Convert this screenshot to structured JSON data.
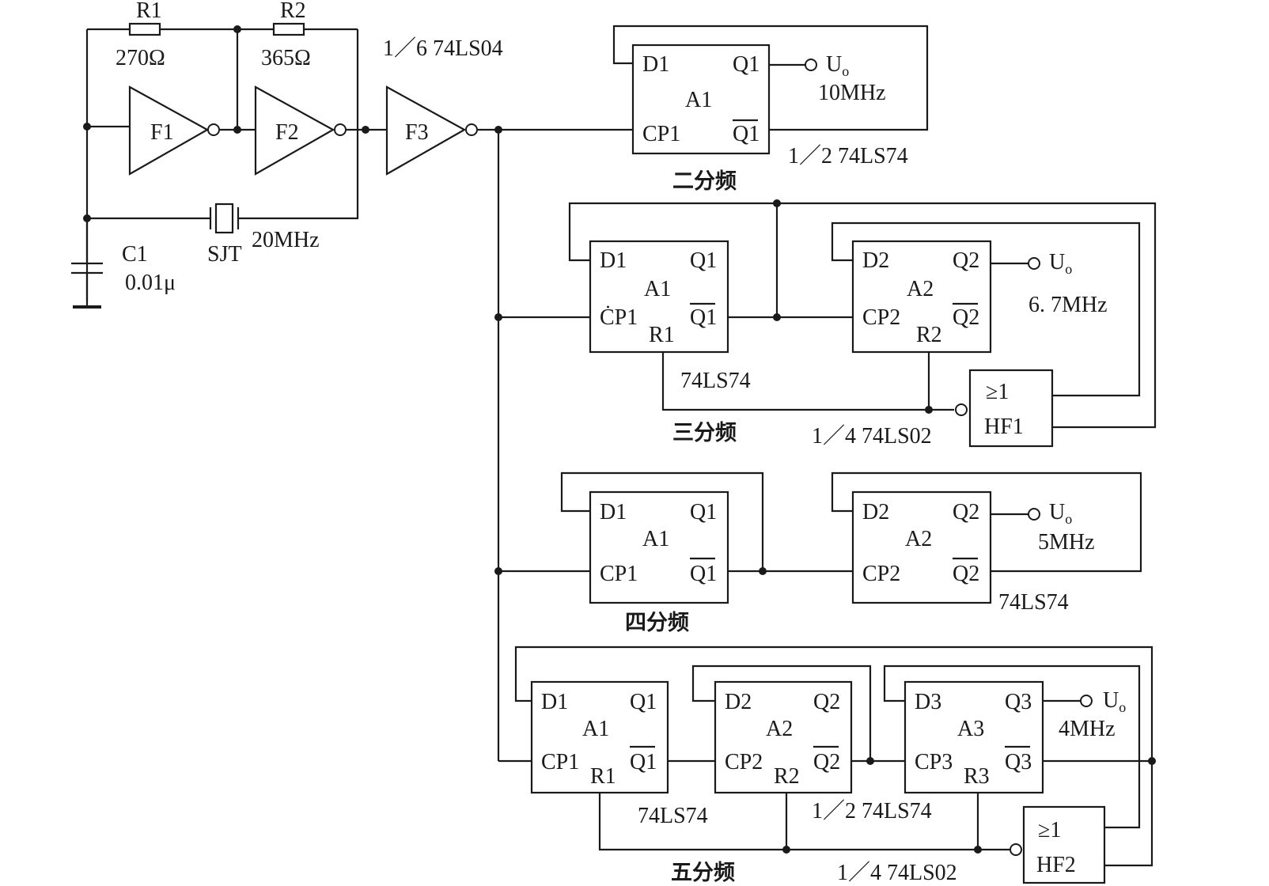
{
  "oscillator": {
    "r1_name": "R1",
    "r1_value": "270Ω",
    "r2_name": "R2",
    "r2_value": "365Ω",
    "f1": "F1",
    "f2": "F2",
    "f3": "F3",
    "inverter_chip": "1／6 74LS04",
    "c1_name": "C1",
    "c1_value": "0.01μ",
    "crystal_name": "SJT",
    "crystal_freq": "20MHz"
  },
  "div2": {
    "chip": "A1",
    "d": "D1",
    "q": "Q1",
    "cp": "CP1",
    "qbar": "Q1",
    "uo": "U",
    "uo_sub": "o",
    "freq": "10MHz",
    "chip_part": "1／2 74LS74",
    "caption": "二分频"
  },
  "div3": {
    "a1": "A1",
    "d1": "D1",
    "q1": "Q1",
    "cp1": "ĊP1",
    "r1": "R1",
    "q1bar": "Q1",
    "a2": "A2",
    "d2": "D2",
    "q2": "Q2",
    "cp2": "CP2",
    "r2": "R2",
    "q2bar": "Q2",
    "uo": "U",
    "uo_sub": "o",
    "freq": "6. 7MHz",
    "ff_part": "74LS74",
    "gate": "HF1",
    "gate_sym": "≥1",
    "gate_part": "1／4 74LS02",
    "caption": "三分频"
  },
  "div4": {
    "a1": "A1",
    "d1": "D1",
    "q1": "Q1",
    "cp1": "CP1",
    "q1bar": "Q1",
    "a2": "A2",
    "d2": "D2",
    "q2": "Q2",
    "cp2": "CP2",
    "q2bar": "Q2",
    "uo": "U",
    "uo_sub": "o",
    "freq": "5MHz",
    "ff_part": "74LS74",
    "caption": "四分频"
  },
  "div5": {
    "a1": "A1",
    "d1": "D1",
    "q1": "Q1",
    "cp1": "CP1",
    "r1": "R1",
    "q1bar": "Q1",
    "a2": "A2",
    "d2": "D2",
    "q2": "Q2",
    "cp2": "CP2",
    "r2": "R2",
    "q2bar": "Q2",
    "a3": "A3",
    "d3": "D3",
    "q3": "Q3",
    "cp3": "CP3",
    "r3": "R3",
    "q3bar": "Q3",
    "uo": "U",
    "uo_sub": "o",
    "freq": "4MHz",
    "ff_part": "74LS74",
    "ff_part2": "1／2 74LS74",
    "gate": "HF2",
    "gate_sym": "≥1",
    "gate_part": "1／4 74LS02",
    "caption": "五分频"
  }
}
